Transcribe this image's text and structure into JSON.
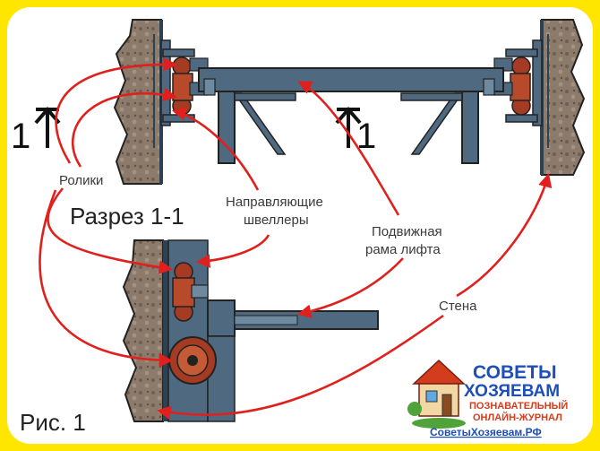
{
  "labels": {
    "rollers": "Ролики",
    "guide_channels_line1": "Направляющие",
    "guide_channels_line2": "швеллеры",
    "movable_frame_line1": "Подвижная",
    "movable_frame_line2": "рама лифта",
    "wall": "Стена",
    "section": "Разрез 1-1",
    "figure": "Рис. 1",
    "section_mark_left": "1",
    "section_mark_right": "1"
  },
  "logo": {
    "line1": "СОВЕТЫ",
    "line2": "ХОЗЯЕВАМ",
    "line3": "ПОЗНАВАТЕЛЬНЫЙ",
    "line4": "ОНЛАЙН-ЖУРНАЛ",
    "site": "СоветыХозяевам.РФ"
  },
  "colors": {
    "border": "#ffe600",
    "steel": "#4f6a80",
    "steel_dark": "#2e4152",
    "stone": "#8c7a6a",
    "arrow": "#e0201c",
    "roller": "#a43b22",
    "logo_blue": "#1e4fb8"
  }
}
